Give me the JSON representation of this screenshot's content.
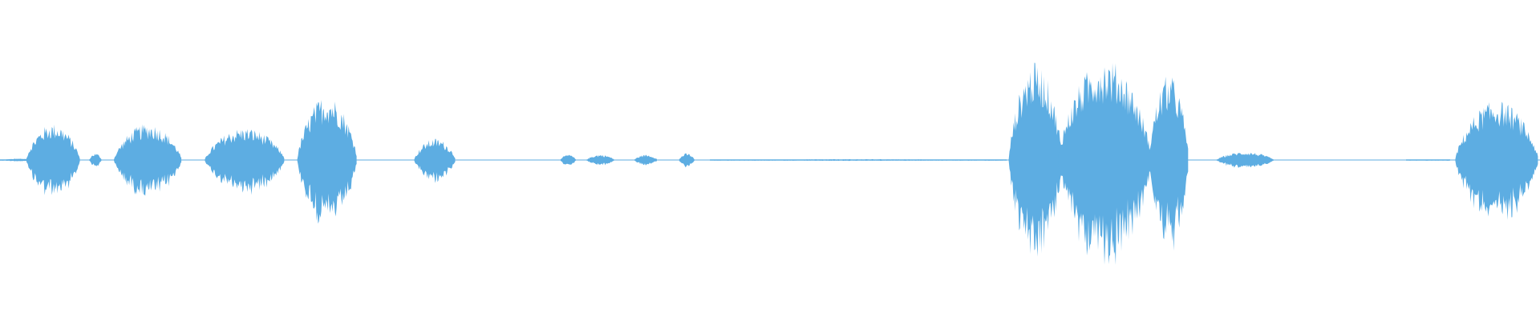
{
  "waveform": {
    "color": "#5DADE2",
    "background": "#FFFFFF",
    "segments": [
      {
        "start": 0.0,
        "end": 0.026,
        "peak": 0.01
      },
      {
        "start": 0.017,
        "end": 0.052,
        "peak": 0.27
      },
      {
        "start": 0.058,
        "end": 0.066,
        "peak": 0.05
      },
      {
        "start": 0.074,
        "end": 0.118,
        "peak": 0.27
      },
      {
        "start": 0.133,
        "end": 0.185,
        "peak": 0.24
      },
      {
        "start": 0.193,
        "end": 0.232,
        "peak": 0.48
      },
      {
        "start": 0.269,
        "end": 0.296,
        "peak": 0.16
      },
      {
        "start": 0.364,
        "end": 0.374,
        "peak": 0.04
      },
      {
        "start": 0.381,
        "end": 0.399,
        "peak": 0.04
      },
      {
        "start": 0.412,
        "end": 0.427,
        "peak": 0.04
      },
      {
        "start": 0.441,
        "end": 0.451,
        "peak": 0.05
      },
      {
        "start": 0.461,
        "end": 0.654,
        "peak": 0.006
      },
      {
        "start": 0.655,
        "end": 0.69,
        "peak": 0.72
      },
      {
        "start": 0.687,
        "end": 0.748,
        "peak": 0.75
      },
      {
        "start": 0.746,
        "end": 0.772,
        "peak": 0.63
      },
      {
        "start": 0.79,
        "end": 0.827,
        "peak": 0.06
      },
      {
        "start": 0.913,
        "end": 0.942,
        "peak": 0.005
      },
      {
        "start": 0.945,
        "end": 0.999,
        "peak": 0.44
      }
    ]
  }
}
